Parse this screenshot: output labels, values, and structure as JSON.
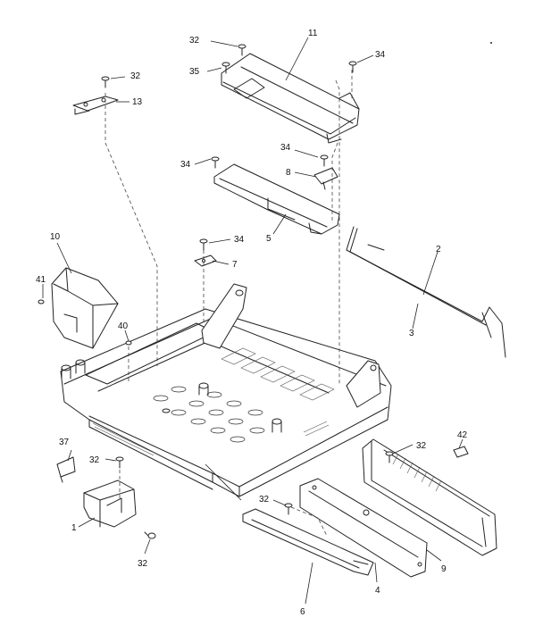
{
  "diagram": {
    "callouts": {
      "p2": "2",
      "p3": "3",
      "p4": "4",
      "p5": "5",
      "p6": "6",
      "p7": "7",
      "p8": "8",
      "p9": "9",
      "p10": "10",
      "p11": "11",
      "p13": "13",
      "p1": "1",
      "p32a": "32",
      "p32b": "32",
      "p32c": "32",
      "p32d": "32",
      "p32e": "32",
      "p32f": "32",
      "p34a": "34",
      "p34b": "34",
      "p34c": "34",
      "p34d": "34",
      "p35": "35",
      "p37": "37",
      "p40": "40",
      "p41": "41",
      "p42": "42"
    }
  }
}
